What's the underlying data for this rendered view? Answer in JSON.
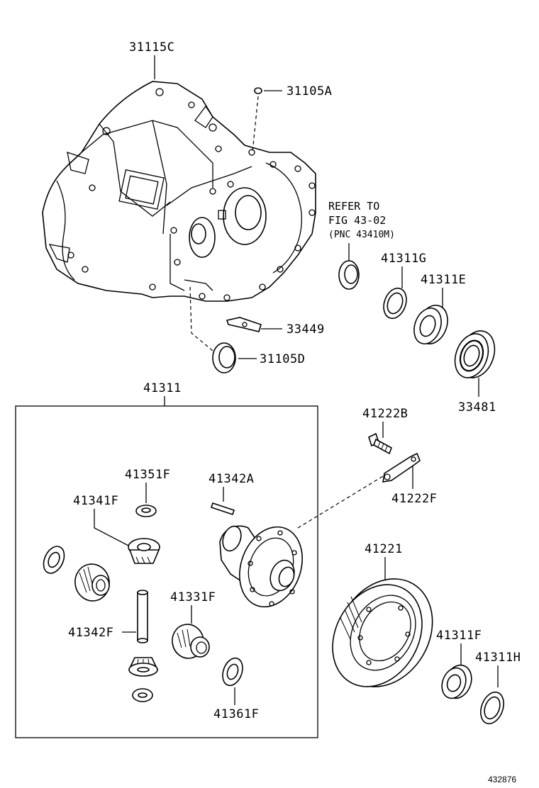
{
  "labels": {
    "case": "31115C",
    "plug": "31105A",
    "refer1": "REFER TO",
    "refer2": "FIG 43-02",
    "refer3": "(PNC 43410M)",
    "washer_g": "41311G",
    "bearing_e": "41311E",
    "plate": "33449",
    "seal_d": "31105D",
    "seal_481": "33481",
    "diff_case": "41311",
    "bolt_b": "41222B",
    "lock_f": "41222F",
    "washer_351": "41351F",
    "pin_a": "41342A",
    "pinion_gear": "41341F",
    "ring_gear": "41221",
    "shaft": "41342F",
    "side_gear": "41331F",
    "bearing_f": "41311F",
    "washer_h": "41311H",
    "washer_361": "41361F"
  },
  "figure_ref": "432876"
}
